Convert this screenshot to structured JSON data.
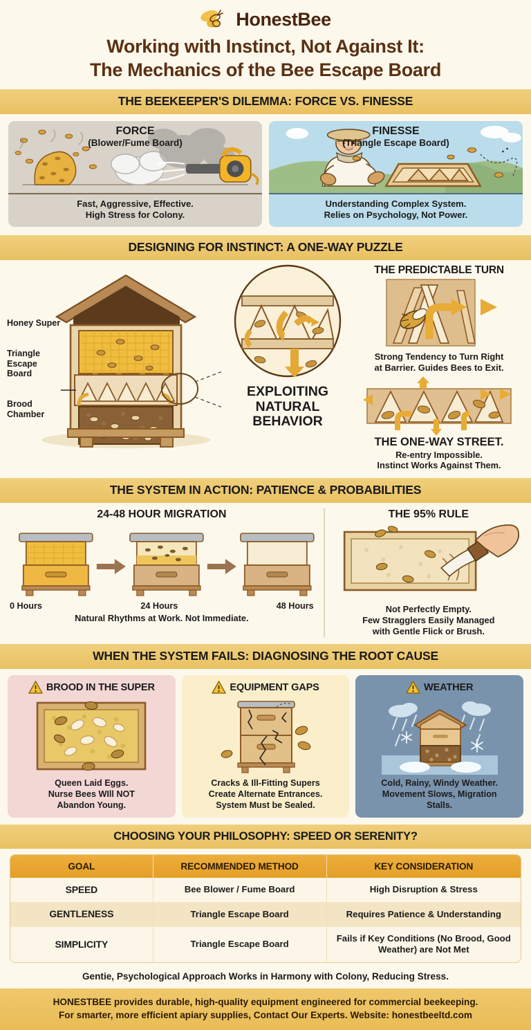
{
  "brand": {
    "name": "HonestBee",
    "logo_icon": "bee-logo-icon"
  },
  "title": {
    "line1": "Working with Instinct, Not Against It:",
    "line2": "The Mechanics of the Bee Escape Board"
  },
  "sections": {
    "dilemma": {
      "band": "THE BEEKEEPER'S DILEMMA: FORCE VS. FINESSE",
      "panels": [
        {
          "title": "FORCE",
          "subtitle": "(Blower/Fume Board)",
          "caption_line1": "Fast, Aggressive, Effective.",
          "caption_line2": "High Stress for Colony.",
          "art_icon": "leaf-blower-smoke-icon"
        },
        {
          "title": "FINESSE",
          "subtitle": "(Triangle Escape Board)",
          "caption_line1": "Understanding Complex System.",
          "caption_line2": "Relies on Psychology, Not Power.",
          "art_icon": "beekeeper-escape-board-icon"
        }
      ]
    },
    "instinct": {
      "band": "DESIGNING FOR INSTINCT: A ONE-WAY PUZZLE",
      "hive_labels": [
        "Honey Super",
        "Triangle Escape Board",
        "Brood Chamber"
      ],
      "exploit_line1": "EXPLOITING",
      "exploit_line2": "NATURAL",
      "exploit_line3": "BEHAVIOR",
      "predictable_turn": {
        "heading": "THE PREDICTABLE TURN",
        "caption_line1": "Strong Tendency to Turn Right",
        "caption_line2": "at Barrier. Guides Bees to Exit."
      },
      "one_way": {
        "heading": "THE ONE-WAY STREET.",
        "caption_line1": "Re-entry Impossible.",
        "caption_line2": "Instinct Works Against Them."
      }
    },
    "action": {
      "band": "THE SYSTEM IN ACTION: PATIENCE & PROBABILITIES",
      "migration": {
        "heading": "24-48 HOUR MIGRATION",
        "steps": [
          "0 Hours",
          "24 Hours",
          "48 Hours"
        ],
        "caption": "Natural Rhythms at Work. Not Immediate."
      },
      "rule": {
        "heading": "THE 95% RULE",
        "caption_line1": "Not Perfectly Empty.",
        "caption_line2": "Few Stragglers Easily Managed",
        "caption_line3": "with Gentle Flick or Brush."
      }
    },
    "failures": {
      "band": "WHEN THE SYSTEM FAILS: DIAGNOSING THE ROOT CAUSE",
      "cards": [
        {
          "title": "BROOD IN THE SUPER",
          "icon": "warning-triangle-icon",
          "art_icon": "brood-frame-icon",
          "caption_line1": "Queen Laid Eggs.",
          "caption_line2": "Nurse Bees WIll NOT",
          "caption_line3": "Abandon Young."
        },
        {
          "title": "EQUIPMENT GAPS",
          "icon": "warning-triangle-icon",
          "art_icon": "cracked-hive-icon",
          "caption_line1": "Cracks & Ill-Fitting Supers",
          "caption_line2": "Create Alternate Entrances.",
          "caption_line3": "System Must be Sealed."
        },
        {
          "title": "WEATHER",
          "icon": "warning-triangle-icon",
          "art_icon": "rainy-cold-hive-icon",
          "caption_line1": "Cold, Rainy, Windy Weather.",
          "caption_line2": "Movement Slows, Migration",
          "caption_line3": "Stalls."
        }
      ]
    },
    "philosophy": {
      "band": "CHOOSING YOUR PHILOSOPHY: SPEED OR SERENITY?",
      "table": {
        "headers": [
          "GOAL",
          "RECOMMENDED METHOD",
          "KEY CONSIDERATION"
        ],
        "rows": [
          [
            "SPEED",
            "Bee Blower / Fume Board",
            "High Disruption & Stress"
          ],
          [
            "GENTLENESS",
            "Triangle Escape Board",
            "Requires Patience & Understanding"
          ],
          [
            "SIMPLICITY",
            "Triangle Escape Board",
            "Fails if Key Conditions (No Brood, Good Weather) are Not Met"
          ]
        ]
      },
      "closing": "Gentie, Psychological Approach Works in Harmony with Colony, Reducing Stress."
    }
  },
  "footer": {
    "line1": "HONESTBEE provides durable, high-quality equipment engineered for commercial beekeeping.",
    "line2": "For smarter, more efficient apiary supplies, Contact Our Experts. Website: honestbeeltd.com"
  },
  "colors": {
    "band": "#EDC96F",
    "title_brown": "#5A3012",
    "table_header": "#E8A32C",
    "force_panel": "#D8D2C8",
    "finesse_panel": "#BBDCEA",
    "brood_card": "#F2D7D5",
    "equipment_card": "#FBEECB",
    "weather_card": "#7A93AC",
    "page_bg": "#FDF8EC",
    "honey": "#EFBC3F",
    "arrow": "#E8A93B"
  }
}
